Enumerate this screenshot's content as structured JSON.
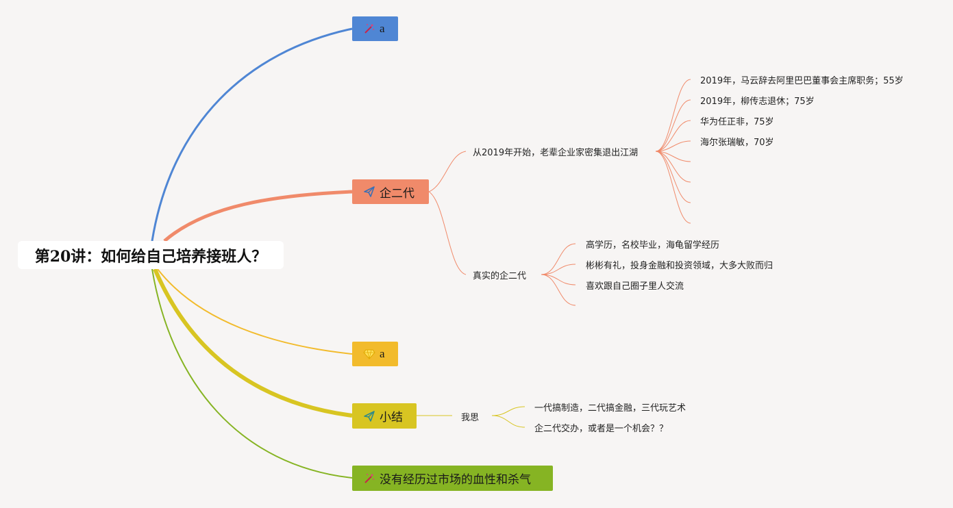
{
  "root": {
    "label": "第20讲：如何给自己培养接班人？"
  },
  "branches": [
    {
      "id": "b1",
      "label": "a",
      "icon": "magic-wand-icon",
      "color": "#4f86d4"
    },
    {
      "id": "b2",
      "label": "企二代",
      "icon": "paper-plane-icon",
      "color": "#f08a6a",
      "children": [
        {
          "label": "从2019年开始，老辈企业家密集退出江湖",
          "children": [
            "2019年，马云辞去阿里巴巴董事会主席职务；55岁",
            "2019年，柳传志退休；75岁",
            "华为任正非，75岁",
            "海尔张瑞敏，70岁",
            "",
            "",
            "",
            ""
          ]
        },
        {
          "label": "真实的企二代",
          "children": [
            "高学历，名校毕业，海龟留学经历",
            "彬彬有礼，投身金融和投资领域，大多大败而归",
            "喜欢跟自己圈子里人交流",
            ""
          ]
        }
      ]
    },
    {
      "id": "b3",
      "label": "a",
      "icon": "diamond-icon",
      "color": "#f2bb2c"
    },
    {
      "id": "b4",
      "label": "小结",
      "icon": "paper-plane-icon",
      "color": "#d8c522",
      "children": [
        {
          "label": "我思",
          "children": [
            "一代搞制造，二代搞金融，三代玩艺术",
            "企二代交办，或者是一个机会？？"
          ]
        }
      ]
    },
    {
      "id": "b5",
      "label": "没有经历过市场的血性和杀气",
      "icon": "magic-wand-icon",
      "color": "#86b423"
    }
  ]
}
